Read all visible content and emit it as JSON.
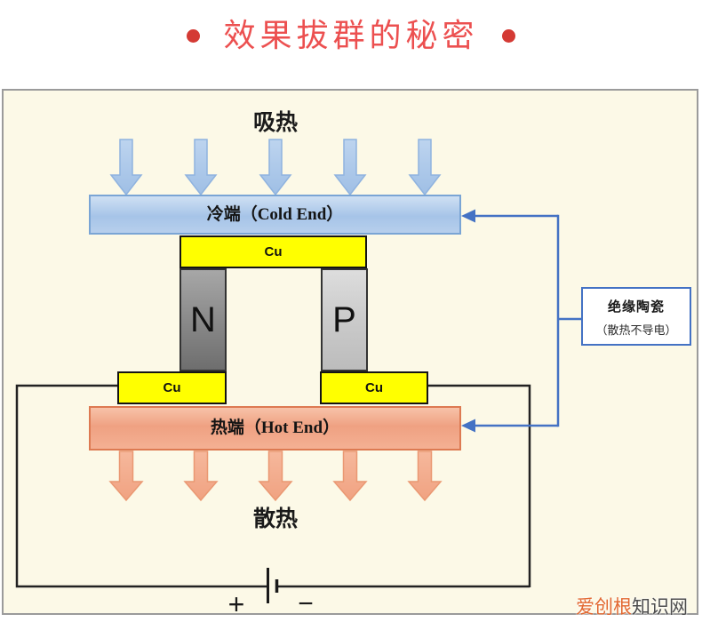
{
  "title": {
    "text": "效果拔群的秘密"
  },
  "diagram": {
    "heat_in_label": "吸热",
    "heat_out_label": "散热",
    "cold_end_label": "冷端（Cold End）",
    "hot_end_label": "热端（Hot End）",
    "copper_top_label": "Cu",
    "copper_bottom_left_label": "Cu",
    "copper_bottom_right_label": "Cu",
    "n_semiconductor_label": "N",
    "p_semiconductor_label": "P",
    "ceramic_note": {
      "title": "绝缘陶瓷",
      "subtitle": "（散热不导电）"
    },
    "battery": {
      "plus": "+",
      "minus": "−"
    }
  },
  "watermark": {
    "brand": "爱创根",
    "site": "知识网"
  },
  "colors": {
    "title_red": "#ec5050",
    "dot_red": "#d43a34",
    "panel_bg": "#fcf9e7",
    "cold_end_blue": "#a6c4e8",
    "hot_end_orange": "#efa182",
    "copper_yellow": "#ffff00",
    "annotation_blue": "#4472c4",
    "wire_black": "#222222"
  }
}
